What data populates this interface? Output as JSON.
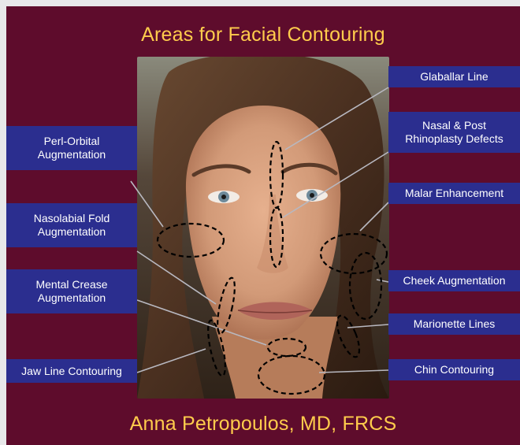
{
  "title": "Areas for Facial Contouring",
  "footer": "Anna Petropoulos, MD, FRCS",
  "colors": {
    "background": "#5e0c2c",
    "title_text": "#ffcc4c",
    "label_background": "#2b2e8f",
    "label_text": "#ffffff",
    "leader_line": "#b8b8c0",
    "marker_outline": "#000000"
  },
  "labels": {
    "glaballar_line": "Glaballar Line",
    "nasal_defects": [
      "Nasal & Post",
      "Rhinoplasty Defects"
    ],
    "malar_enhancement": "Malar Enhancement",
    "cheek_augmentation": "Cheek Augmentation",
    "marionette_lines": "Marionette Lines",
    "chin_contouring": "Chin Contouring",
    "perl_orbital": [
      "Perl-Orbital",
      "Augmentation"
    ],
    "nasolabial_fold": [
      "Nasolabial Fold",
      "Augmentation"
    ],
    "mental_crease": [
      "Mental Crease",
      "Augmentation"
    ],
    "jaw_line": "Jaw Line Contouring"
  }
}
